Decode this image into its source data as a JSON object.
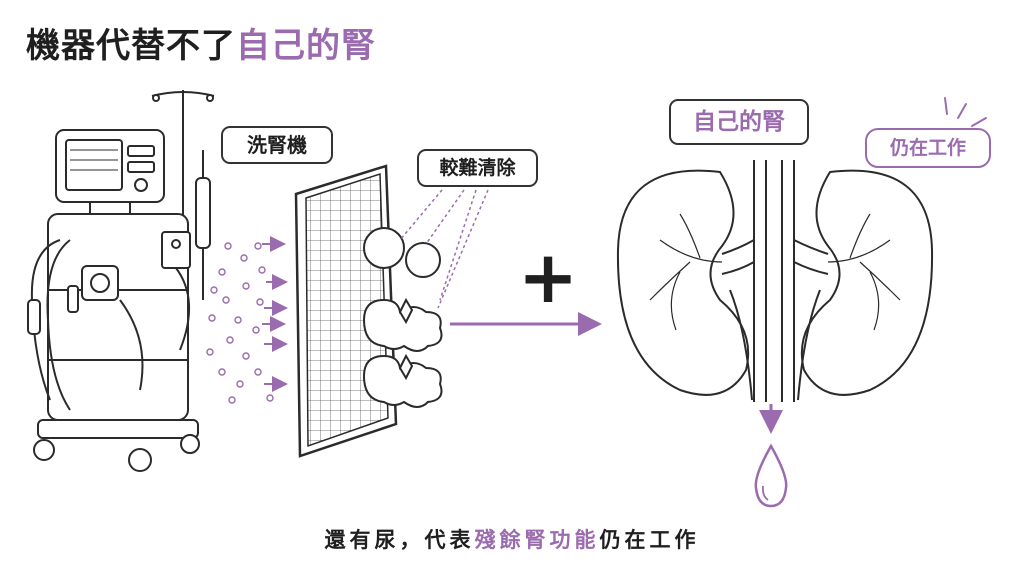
{
  "title": {
    "main": "機器代替不了",
    "highlight": "自己的腎"
  },
  "labels": {
    "dialysis_machine": "洗腎機",
    "hard_to_clear": "較難清除",
    "own_kidney": "自己的腎",
    "still_working": "仍在工作"
  },
  "plus_sign": "+",
  "footer": {
    "part1": "還有尿，代表",
    "highlight": "殘餘腎功能",
    "part2": "仍在工作"
  },
  "colors": {
    "accent": "#9b6bb0",
    "ink": "#1f1f1f"
  },
  "icons": [
    "dialysis-machine-icon",
    "filter-membrane-icon",
    "kidney-icon",
    "urine-drop-icon"
  ]
}
